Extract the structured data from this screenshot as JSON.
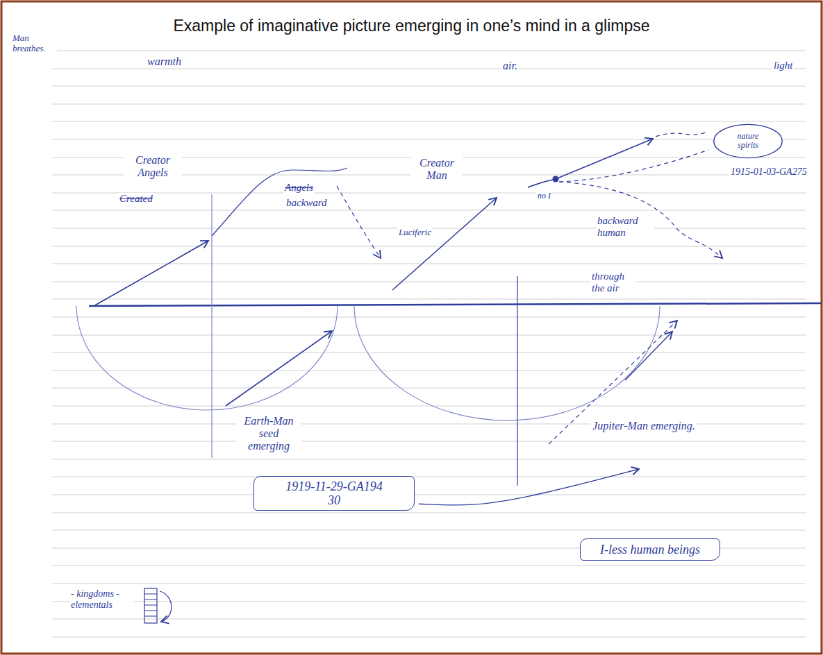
{
  "diagram": {
    "title": "Example of imaginative picture emerging in one’s mind in a glimpse",
    "nodes": [
      {
        "text": [
          "nature spirits"
        ]
      },
      {
        "text": [
          "1919-11-29-GA194 30"
        ]
      },
      {
        "text": [
          "I-less human beings"
        ]
      }
    ],
    "labels": [
      "Man breathes.",
      "warmth",
      "air.",
      "light",
      "Creator Angels",
      "Created",
      "Angels",
      "backward",
      "Creator Man",
      "Luciferic",
      "no I",
      "1915-01-03-GA275",
      "backward human",
      "through the air",
      "Earth-Man seed emerging",
      "Jupiter-Man emerging.",
      "- kingdoms - elementals"
    ]
  }
}
